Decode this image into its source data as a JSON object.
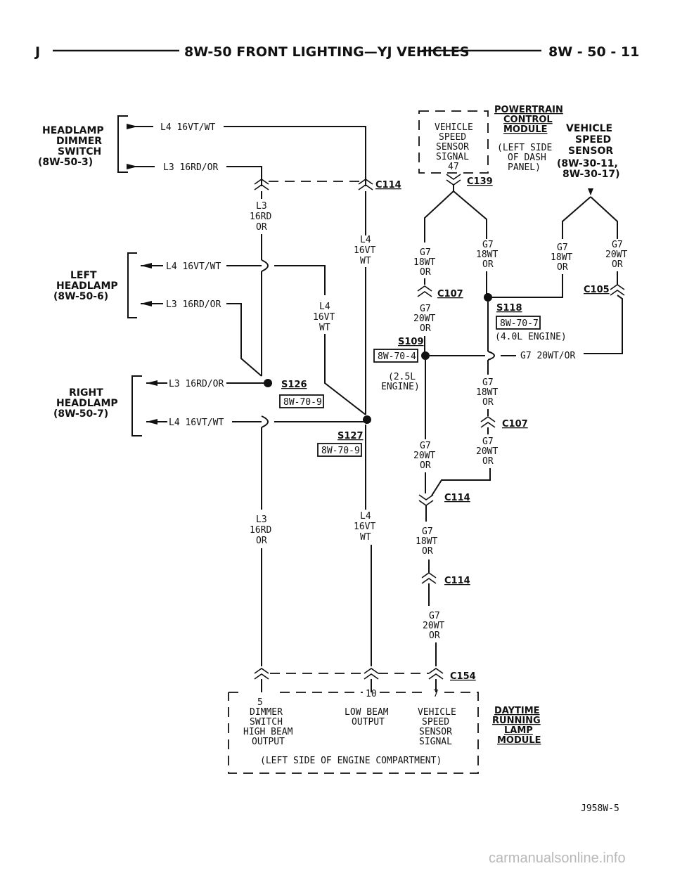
{
  "header": {
    "left": "J",
    "title": "8W-50 FRONT LIGHTING—YJ VEHICLES",
    "page": "8W - 50 - 11"
  },
  "components": {
    "headlamp_dimmer_switch": [
      "HEADLAMP",
      "DIMMER",
      "SWITCH",
      "(8W-50-3)"
    ],
    "left_headlamp": [
      "LEFT",
      "HEADLAMP",
      "(8W-50-6)"
    ],
    "right_headlamp": [
      "RIGHT",
      "HEADLAMP",
      "(8W-50-7)"
    ],
    "pcm_box": [
      "VEHICLE",
      "SPEED",
      "SENSOR",
      "SIGNAL",
      "47"
    ],
    "pcm_title": [
      "POWERTRAIN",
      "CONTROL",
      "MODULE"
    ],
    "pcm_location": [
      "(LEFT SIDE",
      "OF DASH",
      "PANEL)"
    ],
    "vss_title": [
      "VEHICLE",
      "SPEED",
      "SENSOR"
    ],
    "vss_refs": [
      "(8W-30-11,",
      "8W-30-17)"
    ],
    "drl_title": [
      "DAYTIME",
      "RUNNING",
      "LAMP",
      "MODULE"
    ],
    "drl_location": "(LEFT SIDE OF ENGINE COMPARTMENT)",
    "drl_pins": [
      {
        "num": "5",
        "label": [
          "DIMMER",
          "SWITCH",
          "HIGH BEAM",
          "OUTPUT"
        ]
      },
      {
        "num": "10",
        "label": [
          "LOW BEAM",
          "OUTPUT"
        ]
      },
      {
        "num": "7",
        "label": [
          "VEHICLE",
          "SPEED",
          "SENSOR",
          "SIGNAL"
        ]
      }
    ]
  },
  "wires": {
    "switch_l4": "L4 16VT/WT",
    "switch_l3": "L3 16RD/OR",
    "left_l4": "L4 16VT/WT",
    "left_l3": "L3 16RD/OR",
    "right_l3": "L3 16RD/OR",
    "right_l4": "L4 16VT/WT",
    "s109_g7": "G7 20WT/OR",
    "l3_stack": [
      "L3",
      "16RD",
      "OR"
    ],
    "l4_stack": [
      "L4",
      "16VT",
      "WT"
    ],
    "g7_18_stack": [
      "G7",
      "18WT",
      "OR"
    ],
    "g7_20_stack": [
      "G7",
      "20WT",
      "OR"
    ]
  },
  "connectors": {
    "c114": "C114",
    "c139": "C139",
    "c107": "C107",
    "c105": "C105",
    "c154": "C154"
  },
  "splices": {
    "s118": "S118",
    "s109": "S109",
    "s126": "S126",
    "s127": "S127"
  },
  "refs": {
    "r707": "8W-70-7",
    "r704": "8W-70-4",
    "r709": "8W-70-9"
  },
  "notes": {
    "engine_40": "(4.0L ENGINE)",
    "engine_25": [
      "(2.5L",
      "ENGINE)"
    ]
  },
  "figure_id": "J958W-5",
  "watermark": "carmanualsonline.info"
}
